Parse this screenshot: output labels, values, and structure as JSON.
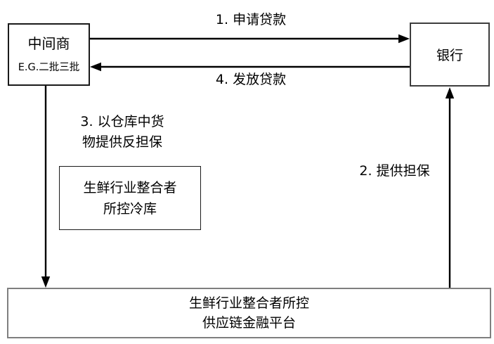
{
  "diagram": {
    "nodes": {
      "middleman": {
        "title": "中间商",
        "subtitle": "E.G.二批三批"
      },
      "bank": {
        "title": "银行"
      },
      "cold_storage": {
        "line1": "生鲜行业整合者",
        "line2": "所控冷库"
      },
      "platform": {
        "line1": "生鲜行业整合者所控",
        "line2": "供应链金融平台"
      }
    },
    "edges": {
      "apply_loan": {
        "label": "1. 申请贷款",
        "from": "中间商",
        "to": "银行"
      },
      "provide_guarantee": {
        "label": "2. 提供担保",
        "from": "生鲜行业整合者所控供应链金融平台",
        "to": "银行"
      },
      "counter_guarantee": {
        "label_line1": "3. 以仓库中货",
        "label_line2": "物提供反担保",
        "from": "中间商",
        "to": "生鲜行业整合者所控供应链金融平台"
      },
      "issue_loan": {
        "label": "4. 发放贷款",
        "from": "银行",
        "to": "中间商"
      }
    },
    "colors": {
      "background": "#ffffff",
      "line": "#000000",
      "box_border": "#1a1a1a",
      "platform_border": "#7f7f7f"
    }
  }
}
